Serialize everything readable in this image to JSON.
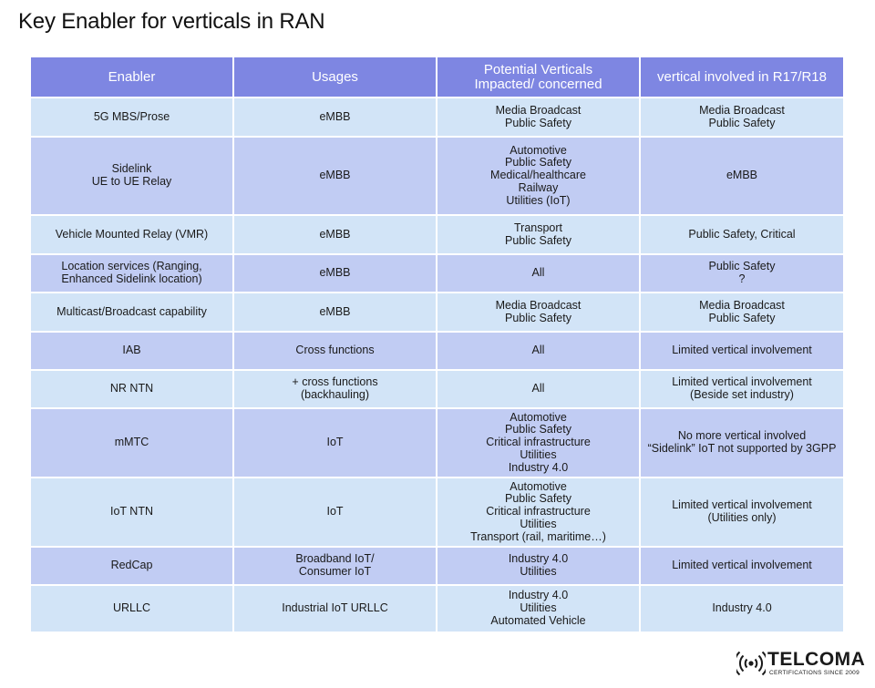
{
  "title": "Key Enabler for verticals in RAN",
  "colors": {
    "header_bg": "#7e86e2",
    "row_light": "#d2e4f7",
    "row_dark": "#c1ccf3"
  },
  "table": {
    "headers": [
      "Enabler",
      "Usages",
      "Potential Verticals\nImpacted/ concerned",
      "vertical involved in R17/R18"
    ],
    "rows": [
      {
        "enabler": "5G MBS/Prose",
        "usages": "eMBB",
        "verticals": "Media Broadcast\nPublic Safety",
        "involved": "Media Broadcast\nPublic Safety"
      },
      {
        "enabler": "Sidelink\nUE to UE Relay",
        "usages": "eMBB",
        "verticals": "Automotive\nPublic Safety\nMedical/healthcare\nRailway\nUtilities (IoT)",
        "involved": "eMBB"
      },
      {
        "enabler": "Vehicle Mounted Relay (VMR)",
        "usages": "eMBB",
        "verticals": "Transport\nPublic Safety",
        "involved": "Public Safety, Critical"
      },
      {
        "enabler": "Location services (Ranging,\nEnhanced Sidelink location)",
        "usages": "eMBB",
        "verticals": "All",
        "involved": "Public Safety\n?"
      },
      {
        "enabler": "Multicast/Broadcast capability",
        "usages": "eMBB",
        "verticals": "Media Broadcast\nPublic Safety",
        "involved": "Media Broadcast\nPublic Safety"
      },
      {
        "enabler": "IAB",
        "usages": "Cross functions",
        "verticals": "All",
        "involved": "Limited vertical involvement"
      },
      {
        "enabler": "NR NTN",
        "usages": "+ cross functions\n(backhauling)",
        "verticals": "All",
        "involved": "Limited vertical involvement\n(Beside set industry)"
      },
      {
        "enabler": "mMTC",
        "usages": "IoT",
        "verticals": "Automotive\nPublic Safety\nCritical infrastructure\nUtilities\nIndustry 4.0",
        "involved": "No more vertical involved\n“Sidelink” IoT not supported by 3GPP"
      },
      {
        "enabler": "IoT NTN",
        "usages": "IoT",
        "verticals": "Automotive\nPublic Safety\nCritical infrastructure\nUtilities\nTransport (rail, maritime…)",
        "involved": "Limited vertical involvement\n(Utilities only)"
      },
      {
        "enabler": "RedCap",
        "usages": "Broadband IoT/\nConsumer IoT",
        "verticals": "Industry 4.0\nUtilities",
        "involved": "Limited vertical involvement"
      },
      {
        "enabler": "URLLC",
        "usages": "Industrial IoT URLLC",
        "verticals": "Industry 4.0\nUtilities\nAutomated Vehicle",
        "involved": "Industry 4.0"
      }
    ]
  },
  "logo": {
    "name": "TELCOMA",
    "tagline": "CERTIFICATIONS SINCE 2009",
    "icon": "signal-waves-icon"
  }
}
